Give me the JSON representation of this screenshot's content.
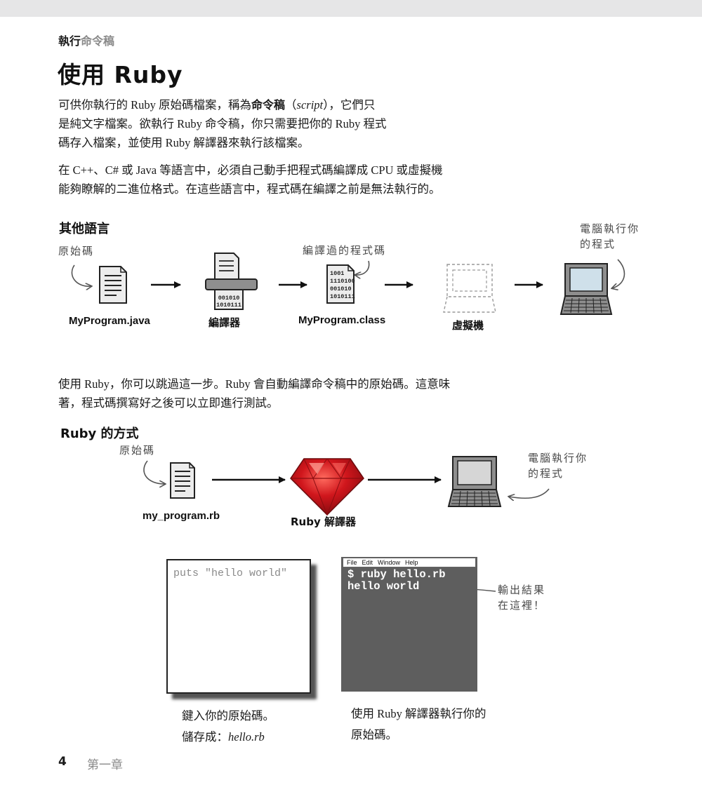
{
  "header": {
    "chapter_bold": "執行",
    "chapter_light": "命令稿"
  },
  "title": "使用 Ruby",
  "intro": {
    "p1_a": "可供你執行的 Ruby 原始碼檔案，稱為",
    "p1_term": "命令稿",
    "p1_paren_open": "（",
    "p1_script": "script",
    "p1_b": "），它們只",
    "p1_line2": "是純文字檔案。欲執行 Ruby 命令稿，你只需要把你的 Ruby 程式",
    "p1_line3": "碼存入檔案，並使用 Ruby 解譯器來執行該檔案。",
    "p2_line1": "在 C++、C# 或 Java 等語言中，必須自己動手把程式碼編譯成 CPU 或虛擬機",
    "p2_line2": "能夠瞭解的二進位格式。在這些語言中，程式碼在編譯之前是無法執行的。"
  },
  "other_languages": {
    "heading": "其他語言",
    "note_source": "原始碼",
    "note_compiled": "編譯過的程式碼",
    "note_computer_1": "電腦執行你",
    "note_computer_2": "的程式",
    "label_source": "MyProgram.java",
    "label_compiler": "編譯器",
    "label_class": "MyProgram.class",
    "label_vm": "虛擬機",
    "binary_lines": [
      "1001",
      "1110100",
      "001010",
      "1010111"
    ],
    "compiler_binary": [
      "001010",
      "1010111"
    ]
  },
  "middle": {
    "line1": "使用 Ruby，你可以跳過這一步。Ruby 會自動編譯命令稿中的原始碼。這意味",
    "line2": "著，程式碼撰寫好之後可以立即進行測試。"
  },
  "ruby_way": {
    "heading": "Ruby 的方式",
    "note_source": "原始碼",
    "note_computer_1": "電腦執行你",
    "note_computer_2": "的程式",
    "label_source": "my_program.rb",
    "label_interpreter": "Ruby 解譯器"
  },
  "editor": {
    "code": "puts \"hello world\""
  },
  "terminal": {
    "menu": [
      "File",
      "Edit",
      "Window",
      "Help"
    ],
    "line1": "$ ruby hello.rb",
    "line2": "hello world",
    "note_1": "輸出結果",
    "note_2": "在這裡！"
  },
  "captions": {
    "left_1": "鍵入你的原始碼。",
    "left_2_prefix": "儲存成：",
    "left_2_file": "hello.rb",
    "right_1": "使用 Ruby 解譯器執行你的",
    "right_2": "原始碼。"
  },
  "footer": {
    "page_number": "4",
    "chapter": "第一章"
  },
  "colors": {
    "ruby_red": "#c8141a",
    "terminal_bg": "#5e5e5e",
    "header_gray": "#8a8a8a"
  }
}
